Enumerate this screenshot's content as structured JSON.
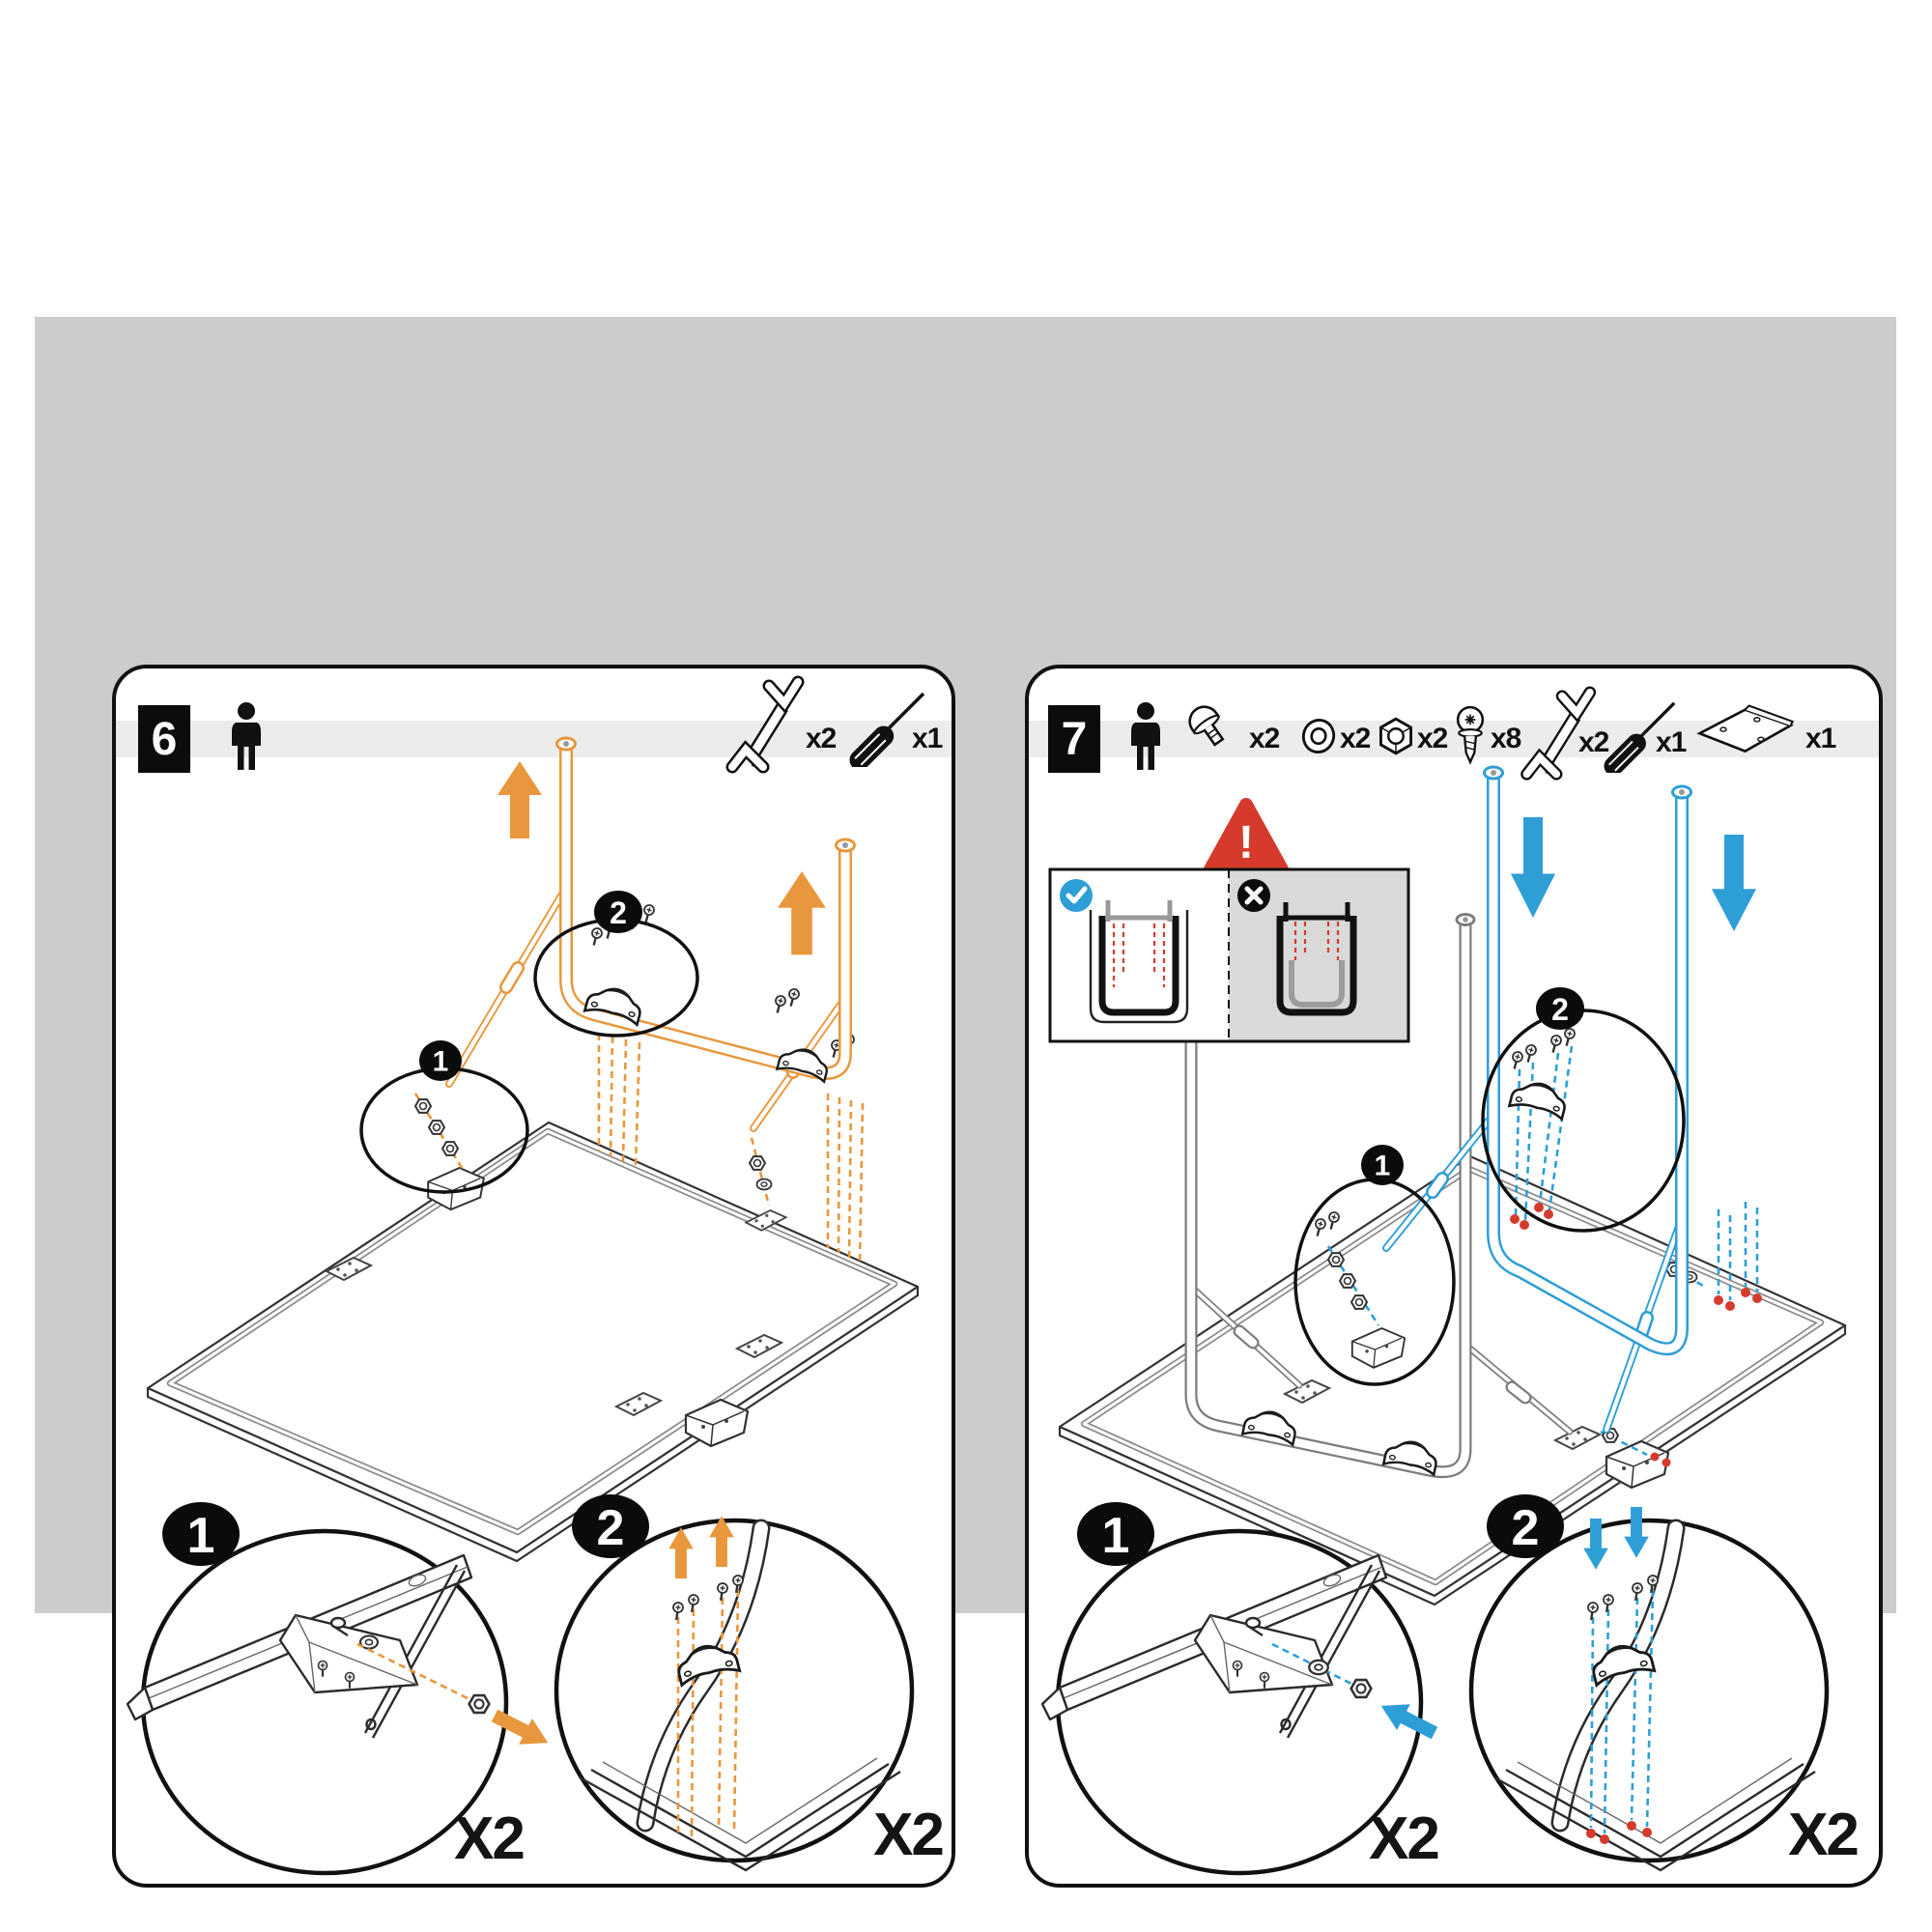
{
  "page": {
    "type": "assembly-instruction-sheet",
    "sheet_background": "#cbcccd",
    "panel_background": "#ffffff"
  },
  "colors": {
    "step6_accent": "#E8973C",
    "step7_accent": "#2E9ED7",
    "warning_red": "#D63A2C",
    "header_band": "#ECECEC",
    "outline": "#111111",
    "frame_gray": "#8C8C8C",
    "wrong_side_bg": "#D9D9D9"
  },
  "panels": [
    {
      "step_number": "6",
      "person_icon": "one-person",
      "items": [
        {
          "icon": "wrench-icon",
          "count": "x2"
        },
        {
          "icon": "screwdriver-icon",
          "count": "x1"
        }
      ],
      "callouts": [
        {
          "label": "1"
        },
        {
          "label": "2"
        }
      ],
      "details": [
        {
          "label": "1",
          "repeat_label": "X2"
        },
        {
          "label": "2",
          "repeat_label": "X2"
        }
      ]
    },
    {
      "step_number": "7",
      "person_icon": "one-person",
      "items": [
        {
          "icon": "carriage-bolt-icon",
          "count": "x2"
        },
        {
          "icon": "washer-icon",
          "count": "x2"
        },
        {
          "icon": "nut-icon",
          "count": "x2"
        },
        {
          "icon": "screw-icon",
          "count": "x8"
        },
        {
          "icon": "wrench-icon",
          "count": "x2"
        },
        {
          "icon": "screwdriver-icon",
          "count": "x1"
        },
        {
          "icon": "plate-icon",
          "count": "x1"
        }
      ],
      "warning": {
        "exclamation": "!"
      },
      "comparison": {
        "correct_icon": "check-icon",
        "incorrect_icon": "cross-icon"
      },
      "callouts": [
        {
          "label": "1"
        },
        {
          "label": "2"
        }
      ],
      "details": [
        {
          "label": "1",
          "repeat_label": "X2"
        },
        {
          "label": "2",
          "repeat_label": "X2"
        }
      ]
    }
  ]
}
